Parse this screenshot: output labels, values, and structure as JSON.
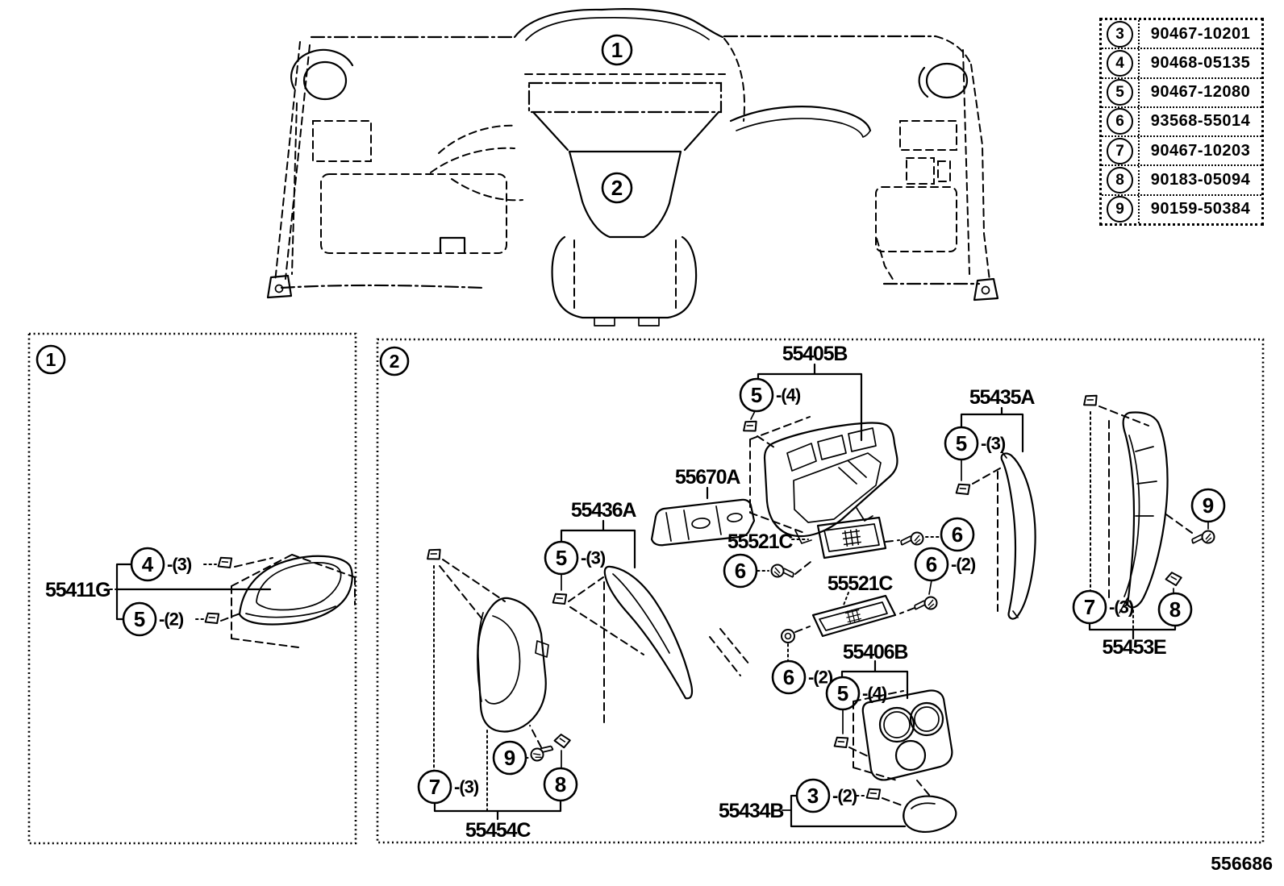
{
  "doc": {
    "footer_code": "556686"
  },
  "fastener_table": {
    "rows": [
      {
        "ref": "3",
        "part_number": "90467-10201"
      },
      {
        "ref": "4",
        "part_number": "90468-05135"
      },
      {
        "ref": "5",
        "part_number": "90467-12080"
      },
      {
        "ref": "6",
        "part_number": "93568-55014"
      },
      {
        "ref": "7",
        "part_number": "90467-10203"
      },
      {
        "ref": "8",
        "part_number": "90183-05094"
      },
      {
        "ref": "9",
        "part_number": "90159-50384"
      }
    ]
  },
  "overview": {
    "callout_1": "1",
    "callout_2": "2"
  },
  "section1": {
    "box_label": "1",
    "part_number": "55411G",
    "callouts": [
      {
        "ref": "4",
        "qty": "-(3)"
      },
      {
        "ref": "5",
        "qty": "-(2)"
      }
    ]
  },
  "section2": {
    "box_label": "2",
    "part_labels": {
      "p55405B": "55405B",
      "p55435A": "55435A",
      "p55670A": "55670A",
      "p55436A": "55436A",
      "p55521C_upper": "55521C",
      "p55521C_lower": "55521C",
      "p55406B": "55406B",
      "p55434B": "55434B",
      "p55454C": "55454C",
      "p55453E": "55453E"
    },
    "callouts": {
      "c5_55405B": {
        "ref": "5",
        "qty": "-(4)"
      },
      "c5_55435A": {
        "ref": "5",
        "qty": "-(3)"
      },
      "c5_55436A": {
        "ref": "5",
        "qty": "-(3)"
      },
      "c6_screw_right": {
        "ref": "6"
      },
      "c6_screw_left": {
        "ref": "6"
      },
      "c6_2_upper": {
        "ref": "6",
        "qty": "-(2)"
      },
      "c6_2_lower": {
        "ref": "6",
        "qty": "-(2)"
      },
      "c5_55406B": {
        "ref": "5",
        "qty": "-(4)"
      },
      "c3_55434B": {
        "ref": "3",
        "qty": "-(2)"
      },
      "c7_55454C": {
        "ref": "7",
        "qty": "-(3)"
      },
      "c9_55454C": {
        "ref": "9"
      },
      "c8_55454C": {
        "ref": "8"
      },
      "c7_55453E": {
        "ref": "7",
        "qty": "-(3)"
      },
      "c8_55453E": {
        "ref": "8"
      },
      "c9_55453E": {
        "ref": "9"
      }
    }
  }
}
